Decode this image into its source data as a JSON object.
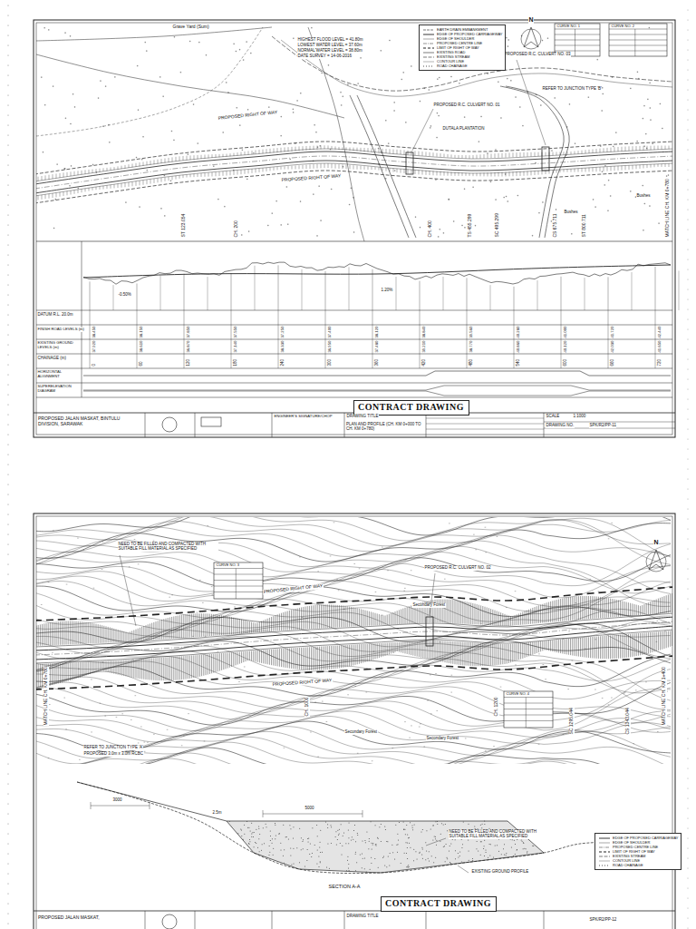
{
  "diagram": {
    "nodes": [
      {
        "text": [
          "CONTRACT DRAWING"
        ]
      },
      {
        "text": [
          "PROPOSED JALAN MASKAT, BINTULU DIVISION, SARAWAK"
        ]
      },
      {
        "text": [
          "PLAN AND PROFILE (CH. KM 0+000 TO CH. KM 0+780)"
        ]
      },
      {
        "text": [
          "CONTRACT DRAWING"
        ]
      },
      {
        "text": [
          "PROPOSED JALAN MASKAT,"
        ]
      }
    ],
    "labels": [
      "Grave Yard (Sum)",
      "HIGHEST FLOOD LEVEL = 41.80m",
      "LOWEST WATER LEVEL = 37.60m",
      "NORMAL WATER LEVEL = 38.80m",
      "DATE SURVEY = 14-06-2016",
      "PROPOSED R.C. CULVERT NO. 03",
      "PROPOSED R.C. CULVERT NO. 01",
      "PROPOSED RIGHT OF WAY",
      "PROPOSED RIGHT OF WAY",
      "DUTALA PLANTATION",
      "Bushes",
      "Bushes",
      "N",
      "CURVE NO. 1",
      "CURVE NO. 2",
      "REFER TO JUNCTION TYPE 'B'",
      "ST 123.054",
      "CH. 200",
      "CH. 400",
      "TS 455.299",
      "SC 495.299",
      "CS 675.711",
      "ST 800.711",
      "MATCH LINE CH. KM 0+780",
      "DATUM R.L. 20.0m",
      "FINISH ROAD LEVELS (m)",
      "EXISTING GROUND LEVELS (m)",
      "CHAINAGE (m)",
      "HORIZONTAL ALIGNMENT",
      "SUPERELEVATION DIAGRAM",
      "-0.50%",
      "1.20%",
      "0",
      "60",
      "120",
      "180",
      "240",
      "300",
      "360",
      "420",
      "480",
      "540",
      "600",
      "660",
      "720",
      "38.450",
      "38.150",
      "37.850",
      "37.550",
      "37.250",
      "37.400",
      "38.120",
      "38.840",
      "39.560",
      "40.280",
      "41.000",
      "41.720",
      "42.440",
      "37.920",
      "38.610",
      "36.870",
      "37.140",
      "38.330",
      "36.950",
      "37.480",
      "39.210",
      "38.770",
      "40.860",
      "40.120",
      "42.030",
      "41.650",
      "ENGINEER'S SIGNATURE/CHOP",
      "DRAWING TITLE",
      "SCALE",
      "1:1000",
      "DRAWING NO.",
      "SPK/R2/PP-11",
      "NEED TO BE FILLED AND COMPACTED WITH SUITABLE FILL MATERIAL AS SPECIFIED",
      "PROPOSED R.C. CULVERT NO. 02",
      "CURVE NO. 3",
      "PROPOSED RIGHT OF WAY",
      "PROPOSED RIGHT OF WAY",
      "Secondary Forest",
      "Secondary Forest",
      "Secondary Forest",
      "MATCH LINE CH. KM 0+780",
      "MATCH LINE CH. KM 1+400",
      "REFER TO JUNCTION TYPE 'A'",
      "PROPOSED 3.0m x 3.0m RCBC",
      "CH. 1000",
      "CH. 1200",
      "SC 1295.044",
      "CS 1343.044",
      "N",
      "CURVE NO. 4",
      "NEED TO BE FILLED AND COMPACTED WITH SUITABLE FILL MATERIAL AS SPECIFIED",
      "EXISTING GROUND PROFILE",
      "SECTION A-A",
      "3000",
      "5000",
      "2.5m",
      "DRAWING TITLE",
      "SPK/R2/PP-12"
    ],
    "legend": [
      {
        "text": "EARTH DRAIN EMBANKMENT"
      },
      {
        "text": "EDGE OF PROPOSED CARRIAGEWAY"
      },
      {
        "text": "EDGE OF SHOULDER"
      },
      {
        "text": "PROPOSED CENTRE LINE"
      },
      {
        "text": "LIMIT OF RIGHT OF WAY"
      },
      {
        "text": "EXISTING ROAD"
      },
      {
        "text": "EXISTING STREAM"
      },
      {
        "text": "CONTOUR LINE"
      },
      {
        "text": "ROAD CHAINAGE"
      },
      {
        "text": "EDGE OF PROPOSED CARRIAGEWAY"
      },
      {
        "text": "EDGE OF SHOULDER"
      },
      {
        "text": "PROPOSED CENTRE LINE"
      },
      {
        "text": "LIMIT OF RIGHT OF WAY"
      },
      {
        "text": "EXISTING STREAM"
      },
      {
        "text": "CONTOUR LINE"
      },
      {
        "text": "ROAD CHAINAGE"
      }
    ]
  }
}
